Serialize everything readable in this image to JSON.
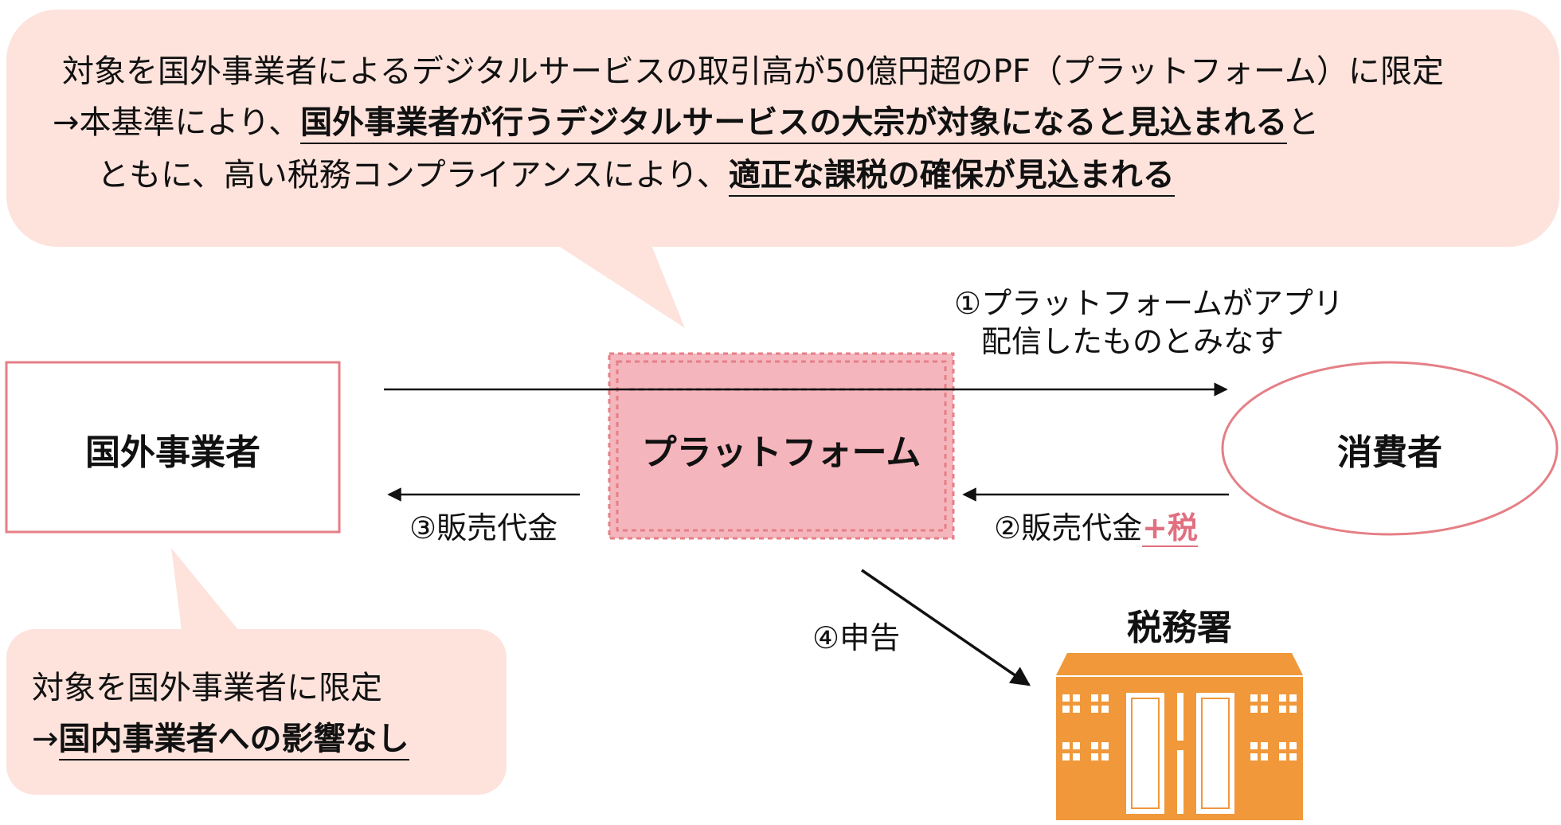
{
  "colors": {
    "bubble": "#fde3dc",
    "pink_border": "#e57f86",
    "platform_fill": "#f5b5bc",
    "tax_office": "#f0983a",
    "arrow": "#111111",
    "tax_highlight": "#e07080"
  },
  "top_bubble": {
    "line1": "対象を国外事業者によるデジタルサービスの取引高が50億円超のPF（プラットフォーム）に限定",
    "line2_prefix": "→本基準により、",
    "line2_emph": "国外事業者が行うデジタルサービスの大宗が対象になると見込まれる",
    "line2_suffix": "と",
    "line3_prefix": "ともに、高い税務コンプライアンスにより、",
    "line3_emph": "適正な課税の確保が見込まれる"
  },
  "bottom_bubble": {
    "line1": "対象を国外事業者に限定",
    "line2_prefix": "→",
    "line2_emph": "国内事業者への影響なし"
  },
  "nodes": {
    "foreign_business": "国外事業者",
    "platform": "プラットフォーム",
    "consumer": "消費者",
    "tax_office": "税務署"
  },
  "flows": {
    "step1_line1": "①プラットフォームがアプリ",
    "step1_line2": "配信したものとみなす",
    "step2_prefix": "②販売代金",
    "step2_tax": "+税",
    "step3": "③販売代金",
    "step4": "④申告"
  },
  "icons": {
    "tax_office": "building-icon"
  }
}
